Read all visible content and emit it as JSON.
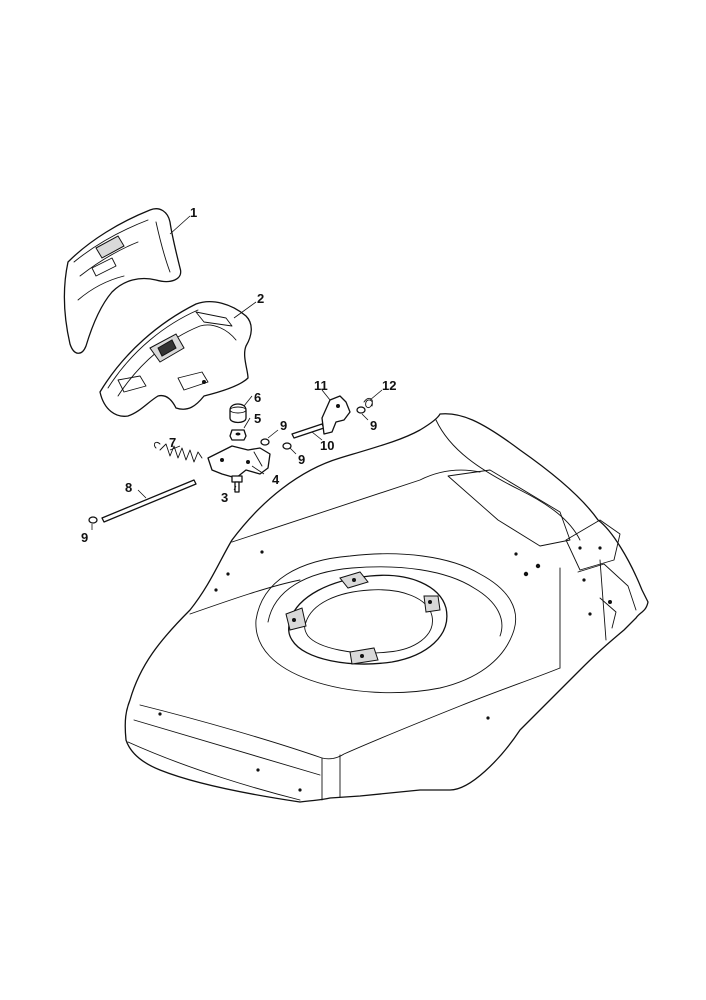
{
  "callouts": [
    {
      "id": "c1",
      "label": "1"
    },
    {
      "id": "c2",
      "label": "2"
    },
    {
      "id": "c3",
      "label": "3"
    },
    {
      "id": "c4",
      "label": "4"
    },
    {
      "id": "c5",
      "label": "5"
    },
    {
      "id": "c6",
      "label": "6"
    },
    {
      "id": "c7",
      "label": "7"
    },
    {
      "id": "c8",
      "label": "8"
    },
    {
      "id": "c9a",
      "label": "9"
    },
    {
      "id": "c9b",
      "label": "9"
    },
    {
      "id": "c9c",
      "label": "9"
    },
    {
      "id": "c9d",
      "label": "9"
    },
    {
      "id": "c10",
      "label": "10"
    },
    {
      "id": "c11",
      "label": "11"
    },
    {
      "id": "c12",
      "label": "12"
    }
  ]
}
